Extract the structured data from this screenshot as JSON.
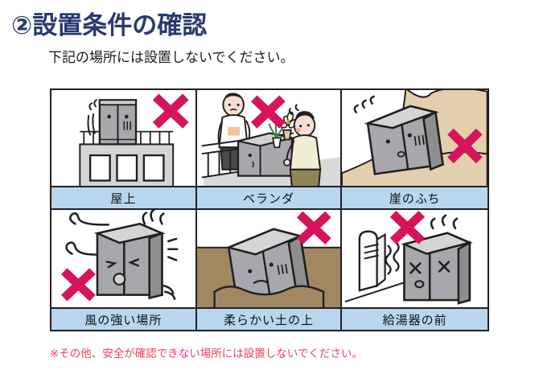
{
  "header": {
    "title": "②設置条件の確認",
    "subtitle": "下記の場所には設置しないでください。"
  },
  "grid": {
    "cells": [
      {
        "id": "rooftop",
        "caption": "屋上",
        "mark": "X",
        "scene": "unit-on-building-rooftop"
      },
      {
        "id": "veranda",
        "caption": "ベランダ",
        "mark": "X",
        "scene": "unit-on-veranda-with-two-people-and-plants"
      },
      {
        "id": "cliff-edge",
        "caption": "崖のふち",
        "mark": "X",
        "scene": "unit-tilting-at-cliff-edge"
      },
      {
        "id": "windy-place",
        "caption": "風の強い場所",
        "mark": "X",
        "scene": "unit-buffeted-by-strong-wind"
      },
      {
        "id": "soft-soil",
        "caption": "柔らかい土の上",
        "mark": "X",
        "scene": "unit-sinking-into-soft-soil"
      },
      {
        "id": "water-heater",
        "caption": "給湯器の前",
        "mark": "X",
        "scene": "unit-in-front-of-water-heater-exhaust"
      }
    ]
  },
  "footnote": {
    "text": "※その他、安全が確認できない場所には設置しないでください。"
  },
  "colors": {
    "title": "#2a3a6e",
    "caption_bar": "#b8d7ef",
    "x_mark": "#d6145a",
    "footnote": "#e8415e",
    "unit_body": "#a6a8ab",
    "unit_top": "#d8d9da",
    "soil": "#a28763",
    "cliff": "#e3cfae",
    "building": "#d4d5d6"
  }
}
